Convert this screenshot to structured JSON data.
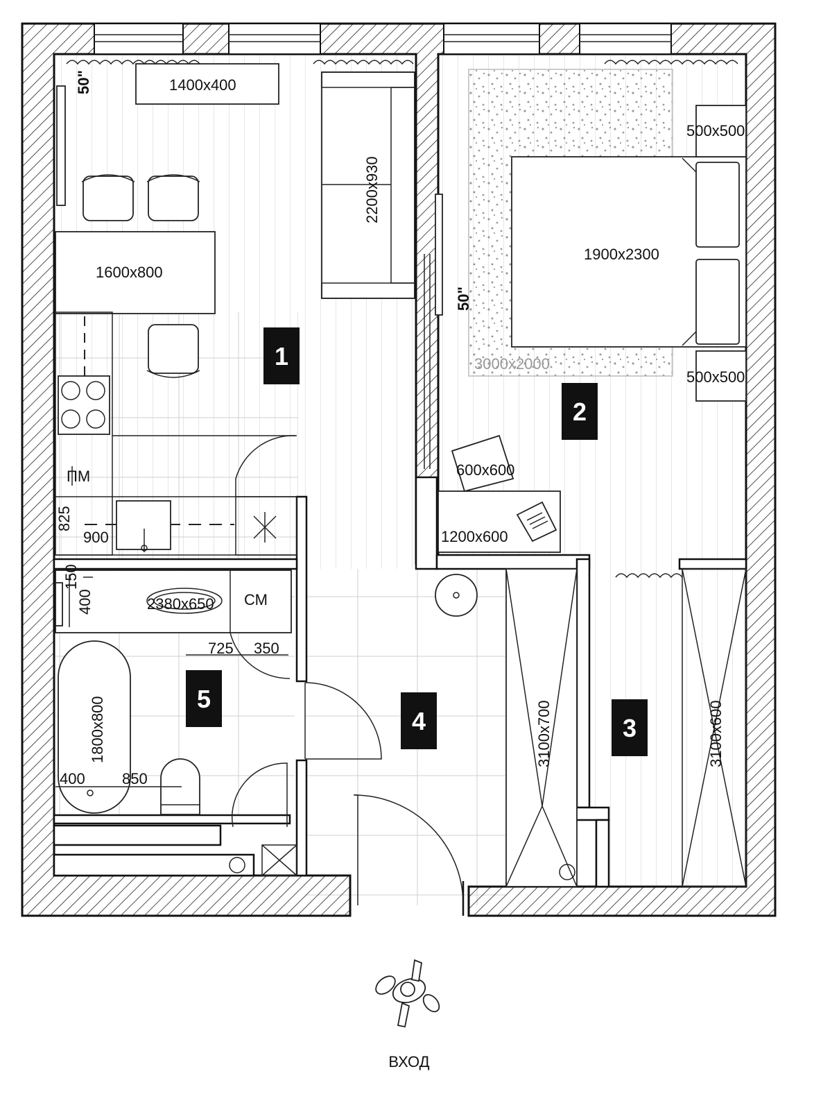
{
  "rooms": [
    {
      "id": "room-1",
      "label": "1"
    },
    {
      "id": "room-2",
      "label": "2"
    },
    {
      "id": "room-3",
      "label": "3"
    },
    {
      "id": "room-4",
      "label": "4"
    },
    {
      "id": "room-5",
      "label": "5"
    }
  ],
  "dimensions": {
    "shelf": "1400x400",
    "sofa": "2200x930",
    "dining_table": "1600x800",
    "bed": "1900x2300",
    "nightstand_top": "500x500",
    "nightstand_bottom": "500x500",
    "rug": "3000x2000",
    "chair": "600x600",
    "desk": "1200x600",
    "vanity": "2380x650",
    "bathtub": "1800x800",
    "wardrobe_left": "3100x700",
    "wardrobe_right": "3100x600",
    "kitchen_825": "825",
    "kitchen_900": "900",
    "bath_150": "150",
    "bath_400_v": "400",
    "bath_725": "725",
    "bath_350": "350",
    "bath_400_h": "400",
    "bath_850": "850"
  },
  "labels": {
    "tv_kitchen": "50\"",
    "tv_bedroom": "50\"",
    "fridge": "ПМ",
    "washer": "СМ",
    "entrance": "ВХОД"
  },
  "icons": [
    "entrance-person-icon",
    "laptop-icon",
    "sink-icon",
    "hob-icon",
    "toilet-icon",
    "curtain-icon"
  ]
}
